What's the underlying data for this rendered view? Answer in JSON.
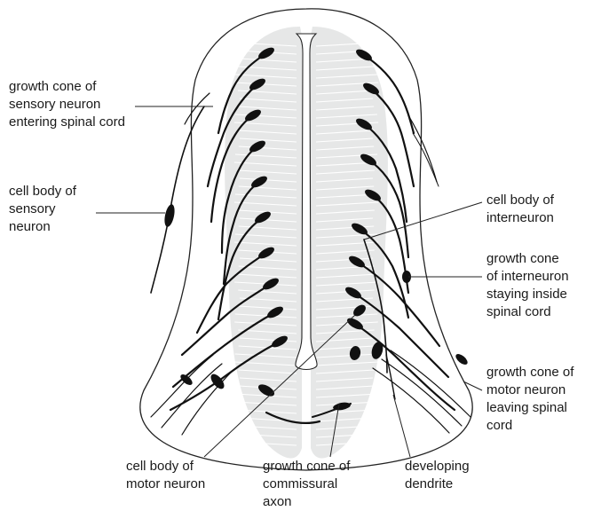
{
  "labels": {
    "sensory_growth_cone": [
      "growth cone of",
      "sensory neuron",
      "entering spinal cord"
    ],
    "sensory_cell_body": [
      "cell body of",
      "sensory",
      "neuron"
    ],
    "interneuron_cell_body": [
      "cell body of",
      "interneuron"
    ],
    "interneuron_growth_cone": [
      "growth cone",
      "of interneuron",
      "staying inside",
      "spinal cord"
    ],
    "motor_growth_cone": [
      "growth cone of",
      "motor neuron",
      "leaving spinal",
      "cord"
    ],
    "motor_cell_body": [
      "cell body of",
      "motor neuron"
    ],
    "commissural_growth_cone": [
      "growth cone of",
      "commissural",
      "axon"
    ],
    "developing_dendrite": [
      "developing",
      "dendrite"
    ]
  },
  "colors": {
    "ink": "#111111",
    "gray_matter": "#c9cccc",
    "outline": "#222222"
  }
}
